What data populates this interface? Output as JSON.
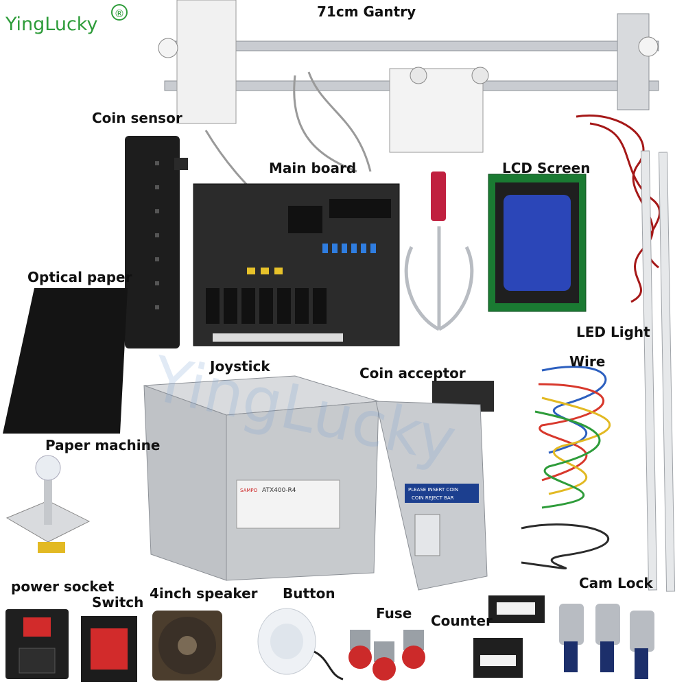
{
  "brand": {
    "name": "YingLucky",
    "mark": "®",
    "watermark": "YingLucky"
  },
  "labels": {
    "gantry": "71cm Gantry",
    "coin_sensor": "Coin sensor",
    "main_board": "Main board",
    "lcd_screen": "LCD Screen",
    "optical_paper": "Optical paper",
    "led_light": "LED Light",
    "joystick": "Joystick",
    "coin_acceptor": "Coin acceptor",
    "wire": "Wire",
    "paper_machine": "Paper machine",
    "power_socket": "power socket",
    "switch": "Switch",
    "speaker": "4inch speaker",
    "button": "Button",
    "fuse": "Fuse",
    "counter": "Counter",
    "cam_lock": "Cam Lock"
  },
  "psu": {
    "model": "ATX400-R4",
    "brand": "SAMPO"
  },
  "coin_acceptor_plate": {
    "line1": "PLEASE INSERT COIN",
    "line2": "COIN REJECT BAR"
  },
  "colors": {
    "brand_green": "#2e9c3a",
    "board_green": "#2b2b2b",
    "lcd_blue": "#2b46b8",
    "fuse_red": "#cc2a2a"
  }
}
